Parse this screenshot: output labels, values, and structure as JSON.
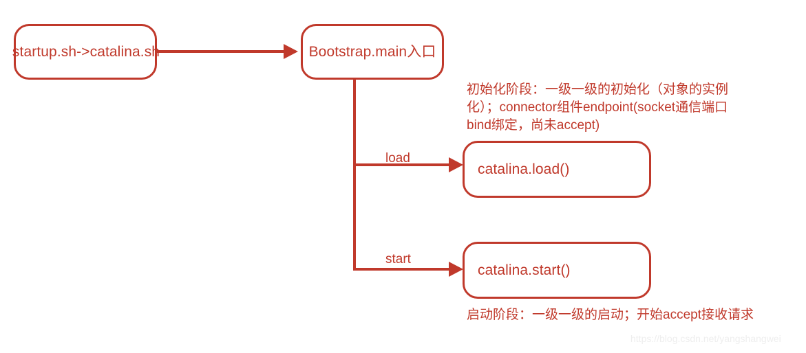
{
  "diagram": {
    "title": "Tomcat Bootstrap startup flow",
    "accent_color": "#c0392b",
    "background_color": "#ffffff",
    "nodes": [
      {
        "id": "startup",
        "label": "startup.sh->catalina.sh"
      },
      {
        "id": "bootstrap",
        "label": "Bootstrap.main入口"
      },
      {
        "id": "catalina_load",
        "label": "catalina.load()"
      },
      {
        "id": "catalina_start",
        "label": "catalina.start()"
      }
    ],
    "edges": [
      {
        "id": "startup_to_bootstrap",
        "label": ""
      },
      {
        "id": "bootstrap_to_load",
        "label": "load"
      },
      {
        "id": "bootstrap_to_start",
        "label": "start"
      }
    ],
    "annotations": [
      {
        "id": "init_phase",
        "text": "初始化阶段：一级一级的初始化（对象的实例化）；connector组件endpoint(socket通信端口bind绑定，尚未accept)"
      },
      {
        "id": "start_phase",
        "text": "启动阶段：一级一级的启动；开始accept接收请求"
      }
    ],
    "watermark": "https://blog.csdn.net/yangshangwei"
  }
}
